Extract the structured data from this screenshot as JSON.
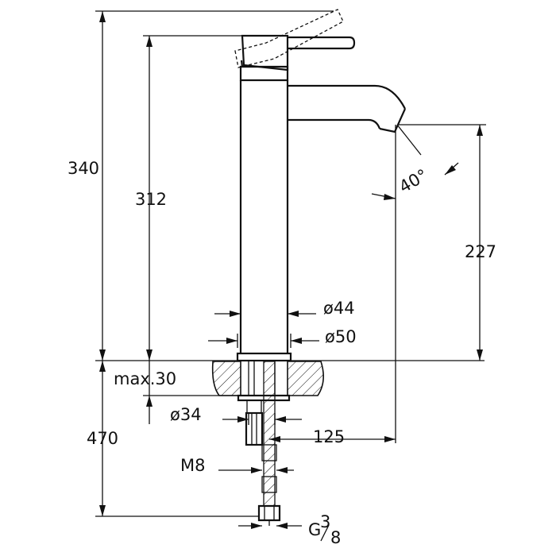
{
  "dimensions": {
    "total_height": "340",
    "spout_top_height": "312",
    "spout_outlet_height": "227",
    "spout_angle": "40°",
    "body_diameter": "ø44",
    "base_diameter": "ø50",
    "max_counter_thickness": "max.30",
    "hole_diameter": "ø34",
    "below_counter_length": "470",
    "spout_reach": "125",
    "stud_thread": "M8",
    "connection_thread_prefix": "G",
    "connection_thread_num": "3",
    "connection_thread_den": "8"
  },
  "colors": {
    "line": "#111111",
    "background": "#ffffff"
  }
}
